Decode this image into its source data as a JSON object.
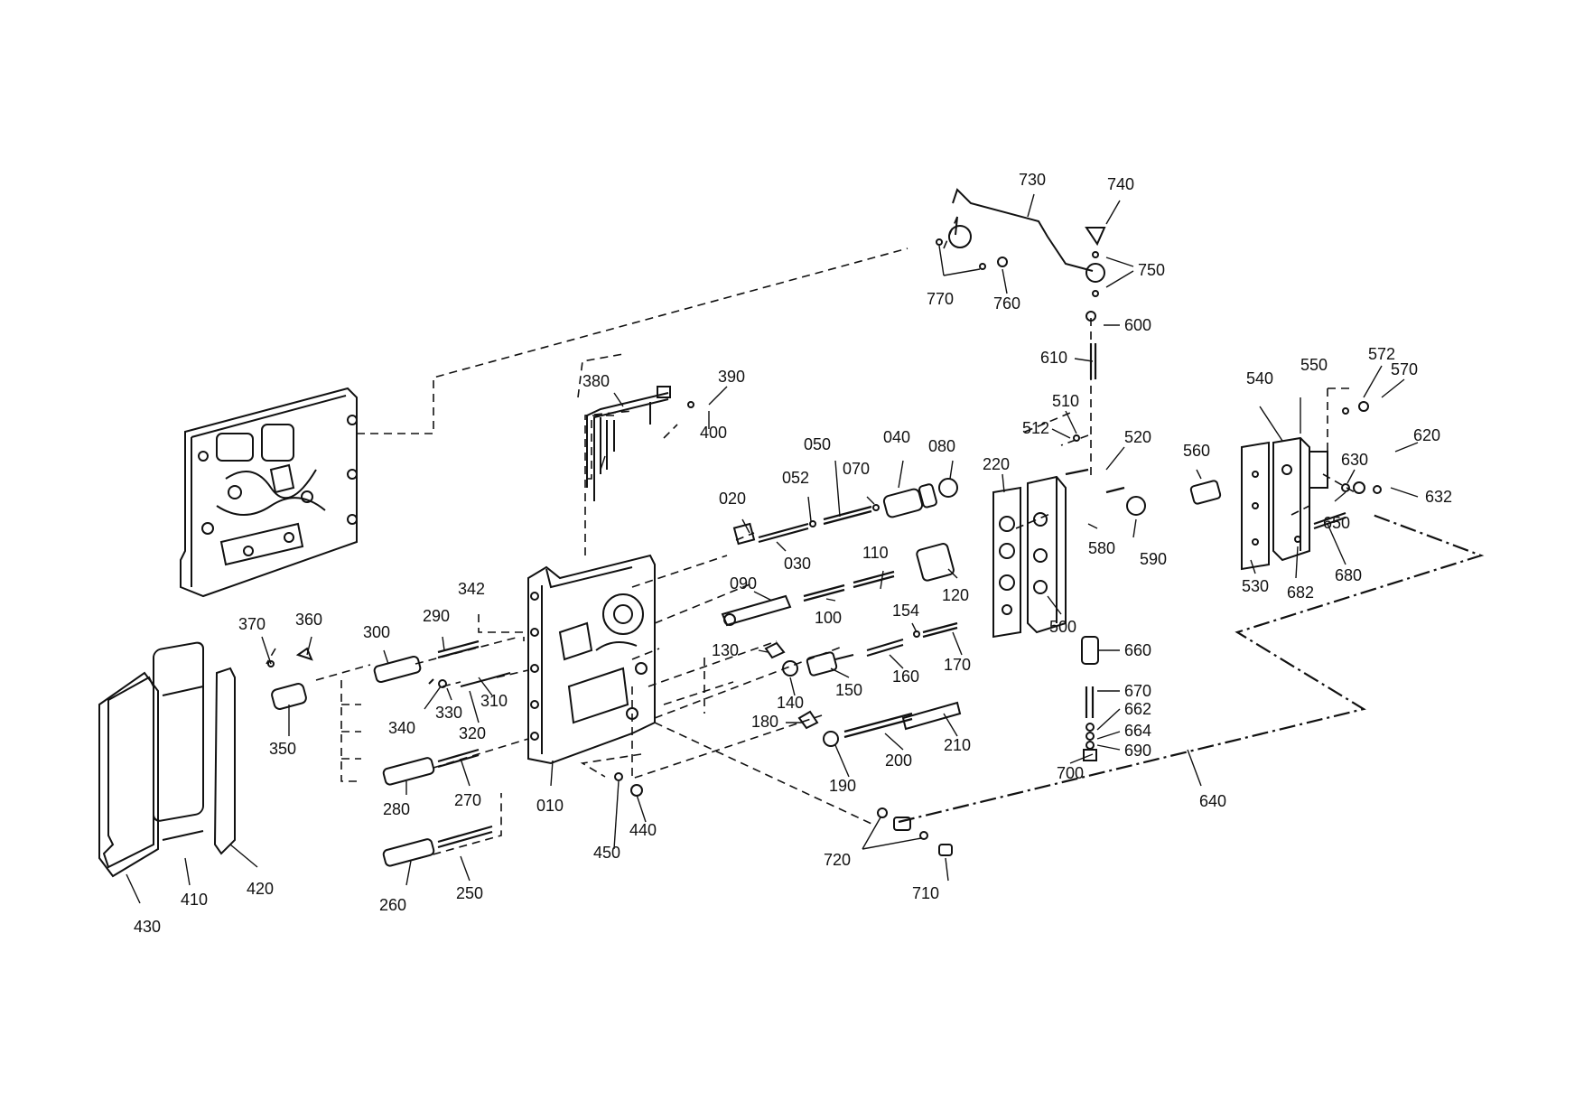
{
  "labels": {
    "p730": "730",
    "p740": "740",
    "p750": "750",
    "p770": "770",
    "p760": "760",
    "p600": "600",
    "p610": "610",
    "p510": "510",
    "p512": "512",
    "p520": "520",
    "p220": "220",
    "p560": "560",
    "p580": "580",
    "p590": "590",
    "p500": "500",
    "p540": "540",
    "p550": "550",
    "p572": "572",
    "p570": "570",
    "p620": "620",
    "p630": "630",
    "p632": "632",
    "p650": "650",
    "p530": "530",
    "p682": "682",
    "p680": "680",
    "p660": "660",
    "p670": "670",
    "p662": "662",
    "p664": "664",
    "p690": "690",
    "p700": "700",
    "p640": "640",
    "p720": "720",
    "p710": "710",
    "p380": "380",
    "p390": "390",
    "p400": "400",
    "p050": "050",
    "p040": "040",
    "p080": "080",
    "p052": "052",
    "p070": "070",
    "p020": "020",
    "p030": "030",
    "p110": "110",
    "p090": "090",
    "p100": "100",
    "p120": "120",
    "p154": "154",
    "p130": "130",
    "p170": "170",
    "p140": "140",
    "p150": "150",
    "p160": "160",
    "p180": "180",
    "p210": "210",
    "p200": "200",
    "p190": "190",
    "p342": "342",
    "p370": "370",
    "p360": "360",
    "p300": "300",
    "p290": "290",
    "p340": "340",
    "p330": "330",
    "p310": "310",
    "p320": "320",
    "p350": "350",
    "p280": "280",
    "p270": "270",
    "p010": "010",
    "p450": "450",
    "p440": "440",
    "p260": "260",
    "p250": "250",
    "p430": "430",
    "p410": "410",
    "p420": "420"
  }
}
